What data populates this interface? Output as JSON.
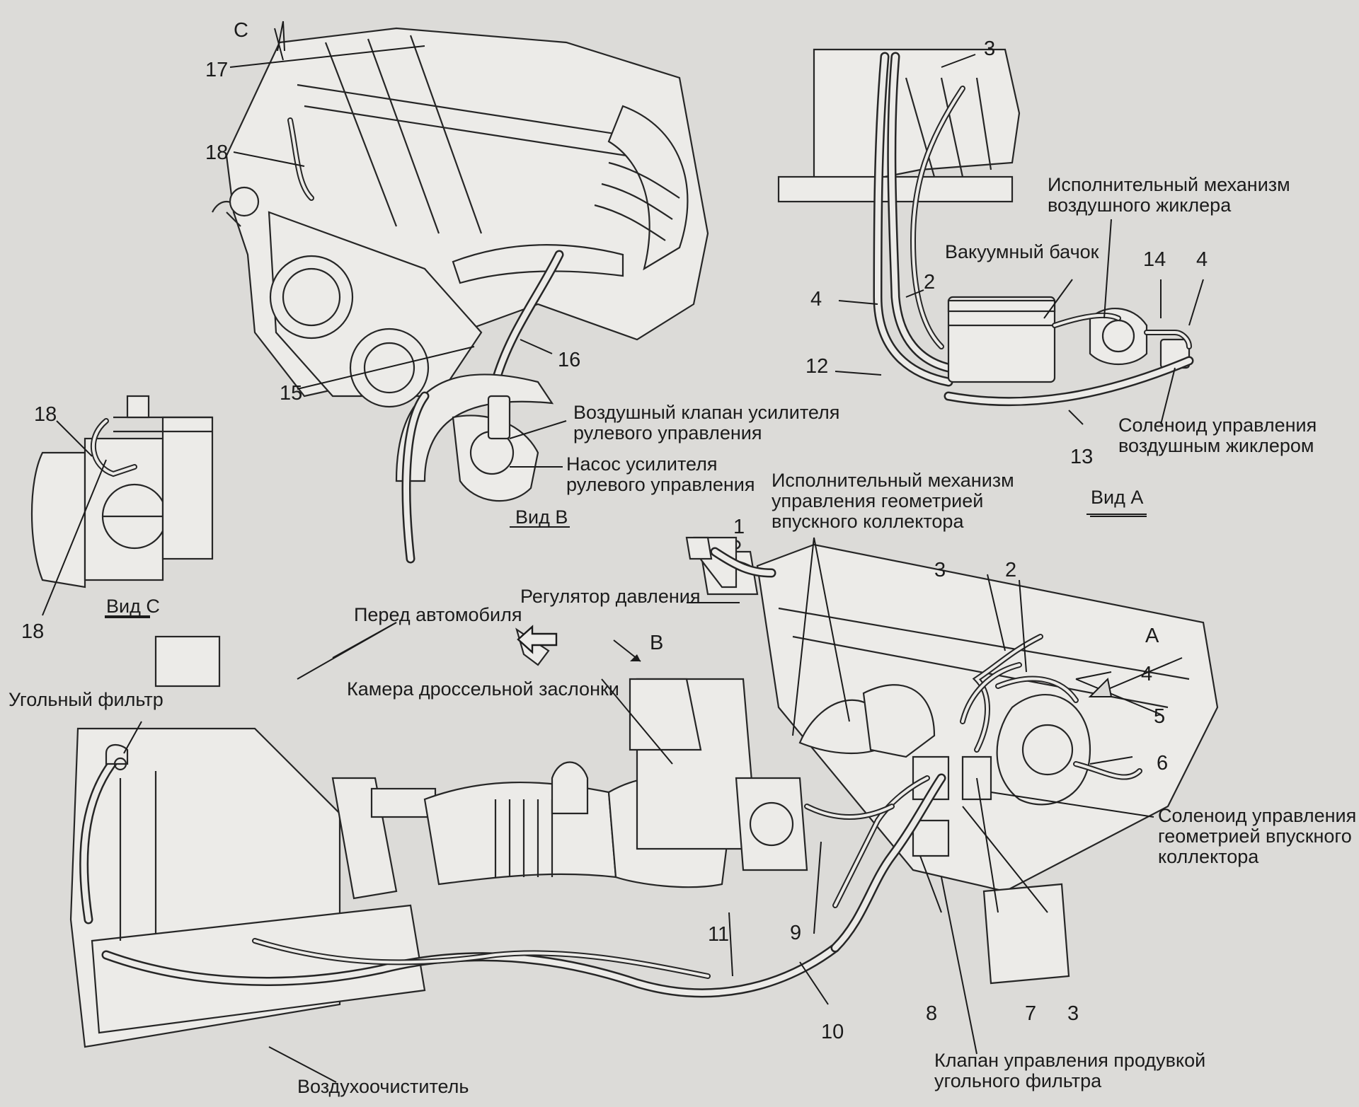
{
  "labels": {
    "carbon_filter": "Угольный фильтр",
    "car_front": "Перед автомобиля",
    "throttle_body": "Камера дроссельной заслонки",
    "air_cleaner": "Воздухоочиститель",
    "pressure_regulator": "Регулятор давления",
    "intake_geometry_actuator": [
      "Исполнительный механизм",
      "управления геометрией",
      "впускного коллектора"
    ],
    "intake_geometry_solenoid": [
      "Соленоид управления",
      "геометрией впускного",
      "коллектора"
    ],
    "purge_valve": [
      "Клапан управления продувкой",
      "угольного фильтра"
    ],
    "ps_air_valve": [
      "Воздушный клапан усилителя",
      "рулевого управления"
    ],
    "ps_pump": [
      "Насос усилителя",
      "рулевого управления"
    ],
    "air_jet_actuator": [
      "Исполнительный механизм",
      "воздушного жиклера"
    ],
    "vacuum_tank": "Вакуумный бачок",
    "air_jet_solenoid": [
      "Соленоид управления",
      "воздушным жиклером"
    ]
  },
  "views": {
    "a": "Вид А",
    "b": "Вид В",
    "c": "Вид С"
  },
  "view_markers": {
    "a": "A",
    "b": "B",
    "c": "C"
  },
  "callouts": {
    "n1": "1",
    "n2_main": "2",
    "n3_main_top": "3",
    "n4_main": "4",
    "n5": "5",
    "n6": "6",
    "n7": "7",
    "n3_main_bottom": "3",
    "n8": "8",
    "n9": "9",
    "n10": "10",
    "n11": "11",
    "n3_va": "3",
    "n4_va_left": "4",
    "n2_va": "2",
    "n12": "12",
    "n13": "13",
    "n14": "14",
    "n4_va_right": "4",
    "n15": "15",
    "n16": "16",
    "n17": "17",
    "n18_vb": "18",
    "n18_vc_top": "18",
    "n18_vc_bottom": "18"
  }
}
